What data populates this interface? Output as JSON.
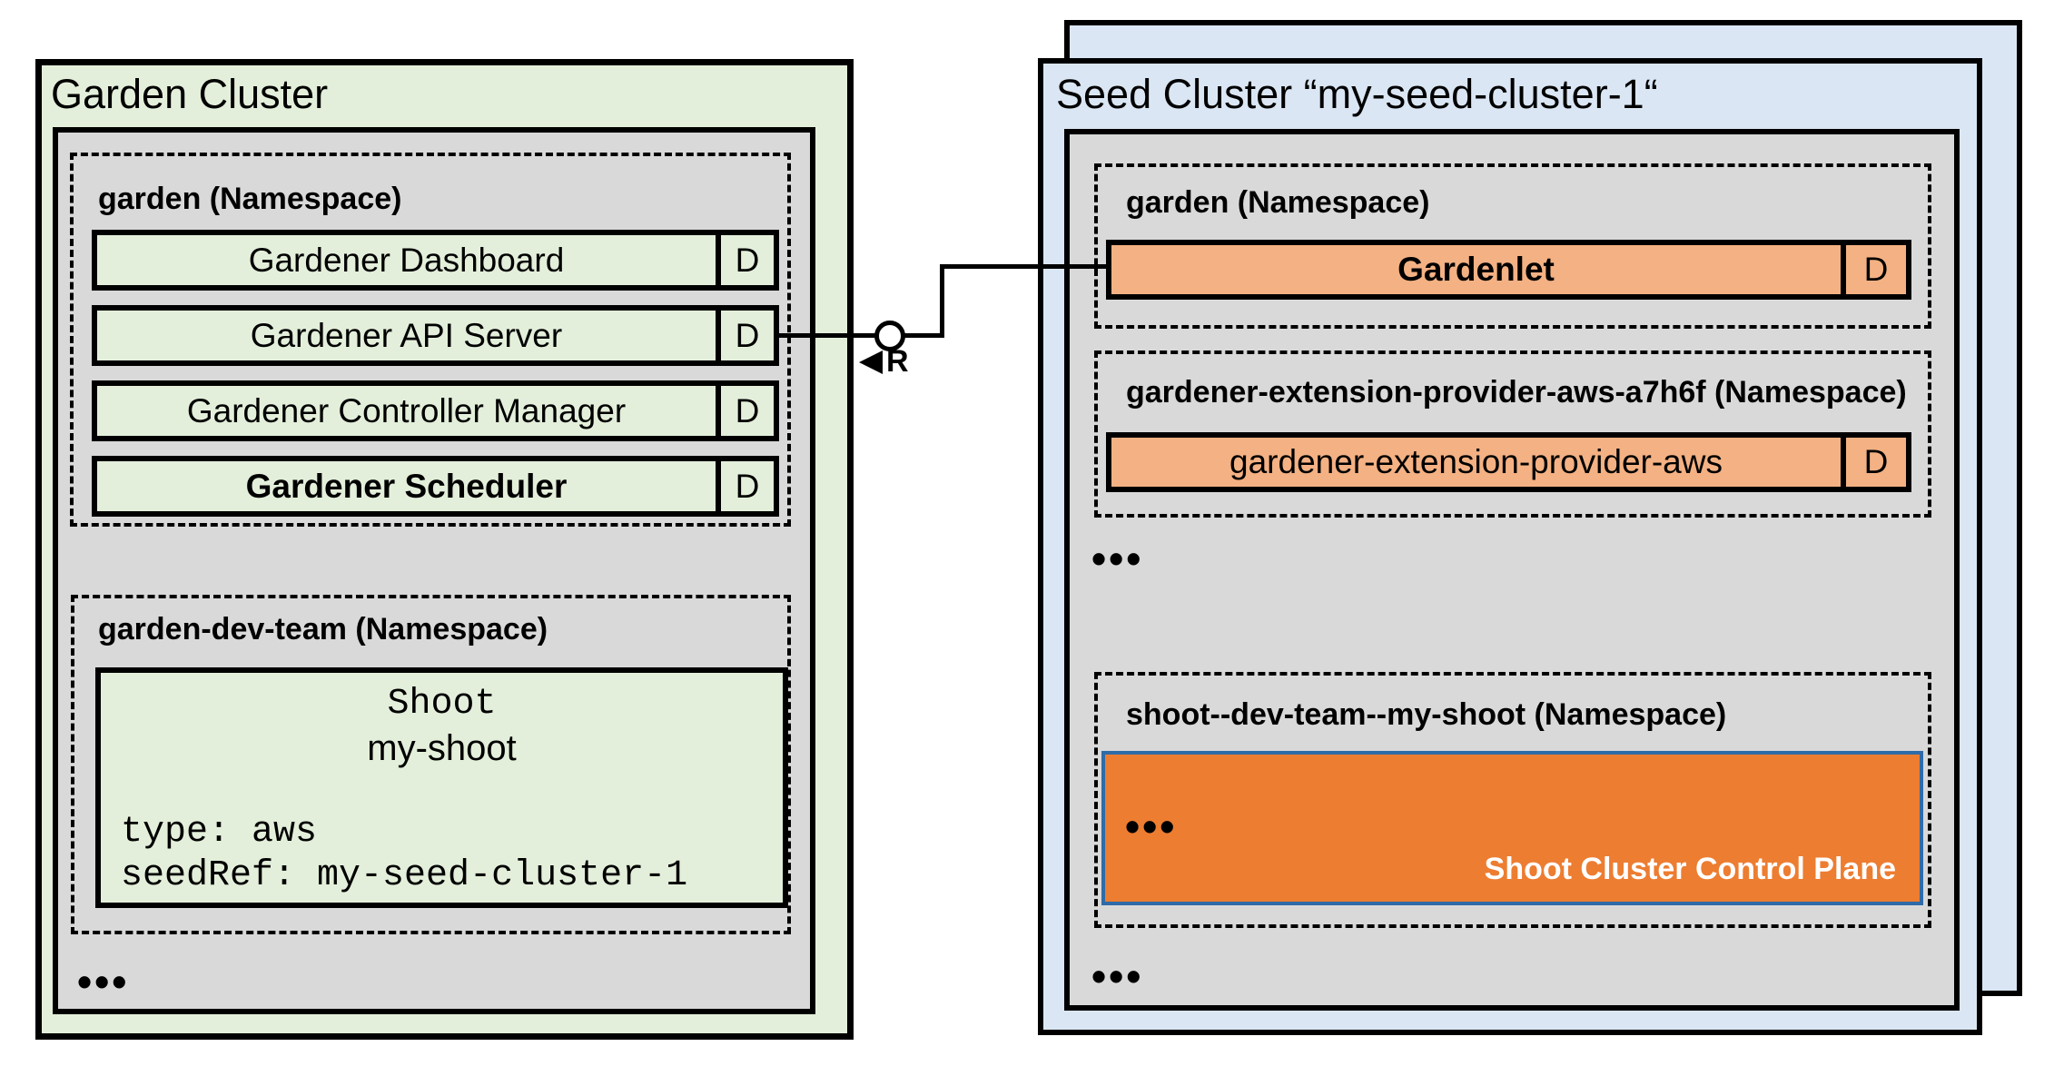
{
  "garden_cluster": {
    "title": "Garden Cluster",
    "garden_namespace": {
      "label": "garden (Namespace)",
      "components": [
        {
          "label": "Gardener Dashboard",
          "badge": "D"
        },
        {
          "label": "Gardener API Server",
          "badge": "D"
        },
        {
          "label": "Gardener Controller Manager",
          "badge": "D"
        },
        {
          "label": "Gardener Scheduler",
          "badge": "D"
        }
      ]
    },
    "dev_team_namespace": {
      "label": "garden-dev-team (Namespace)",
      "shoot": {
        "kind": "Shoot",
        "name": "my-shoot",
        "spec_line_1": "type: aws",
        "spec_line_2": "seedRef: my-seed-cluster-1"
      }
    },
    "more": "•••"
  },
  "seed_cluster": {
    "title": "Seed Cluster “my-seed-cluster-1“",
    "garden_namespace": {
      "label": "garden (Namespace)",
      "component": {
        "label": "Gardenlet",
        "badge": "D"
      }
    },
    "extension_namespace": {
      "label": "gardener-extension-provider-aws-a7h6f (Namespace)",
      "component": {
        "label": "gardener-extension-provider-aws",
        "badge": "D"
      }
    },
    "more_namespaces": "•••",
    "shoot_namespace": {
      "label": "shoot--dev-team--my-shoot (Namespace)",
      "control_plane": {
        "more": "•••",
        "label": "Shoot Cluster Control Plane"
      }
    },
    "more": "•••"
  },
  "connector": {
    "label": "R"
  },
  "colors": {
    "cluster_green": "#e3efda",
    "panel_gray": "#d9d9d9",
    "cluster_blue": "#dae6f3",
    "component_orange": "#f4b183",
    "control_plane_orange": "#ed7d31",
    "control_plane_border": "#2f6ba8"
  }
}
